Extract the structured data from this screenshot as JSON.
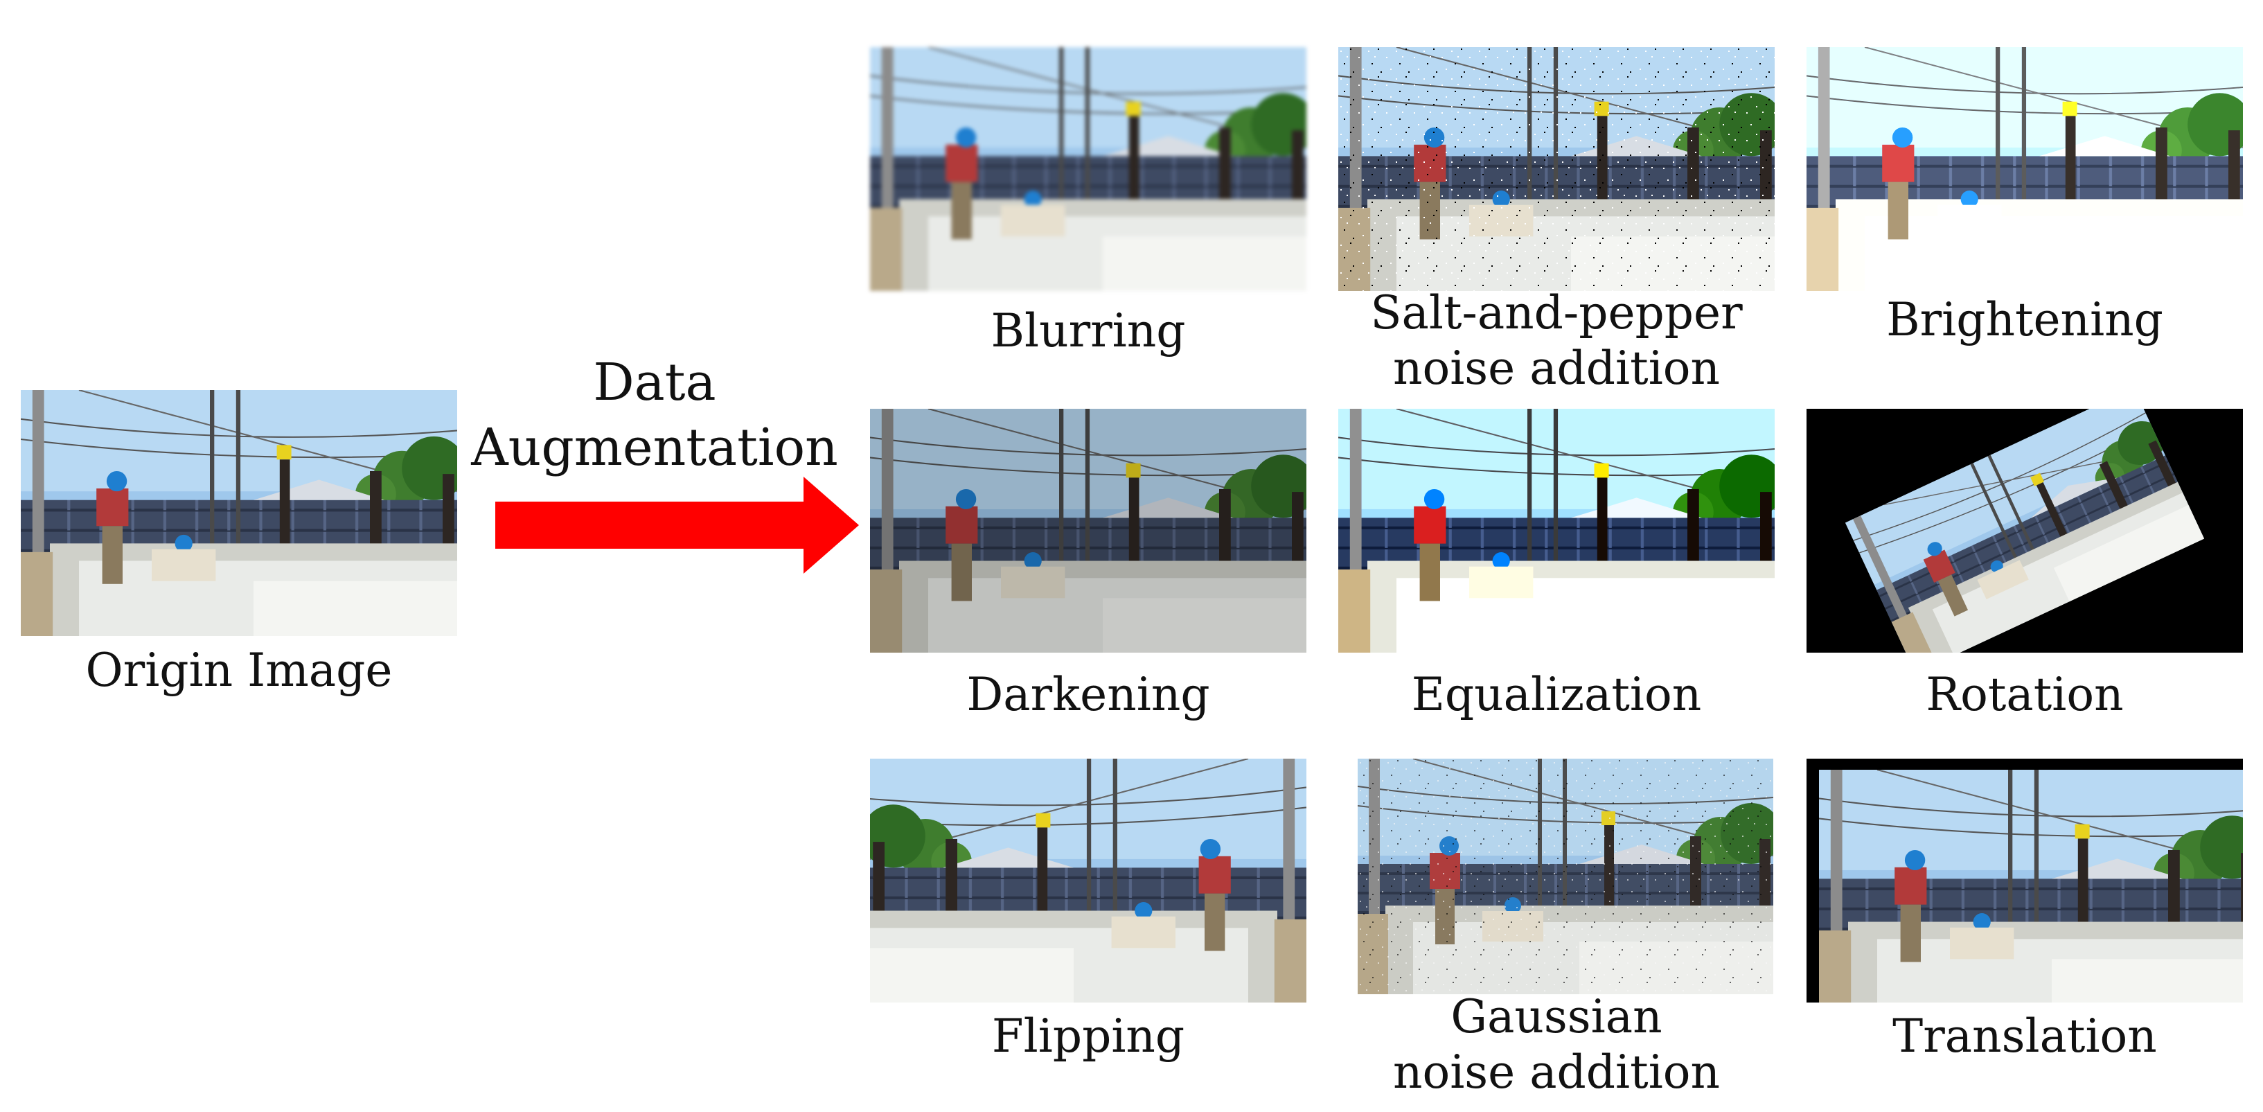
{
  "diagram": {
    "arrow_label": [
      "Data",
      "Augmentation"
    ],
    "arrow_color": "#ff0000",
    "origin": {
      "caption": "Origin Image"
    },
    "augmentations": [
      {
        "caption": [
          "Blurring"
        ]
      },
      {
        "caption": [
          "Salt-and-pepper",
          "noise addition"
        ]
      },
      {
        "caption": [
          "Brightening"
        ]
      },
      {
        "caption": [
          "Darkening"
        ]
      },
      {
        "caption": [
          "Equalization"
        ]
      },
      {
        "caption": [
          "Rotation"
        ]
      },
      {
        "caption": [
          "Flipping"
        ]
      },
      {
        "caption": [
          "Gaussian",
          "noise addition"
        ]
      },
      {
        "caption": [
          "Translation"
        ]
      }
    ]
  }
}
